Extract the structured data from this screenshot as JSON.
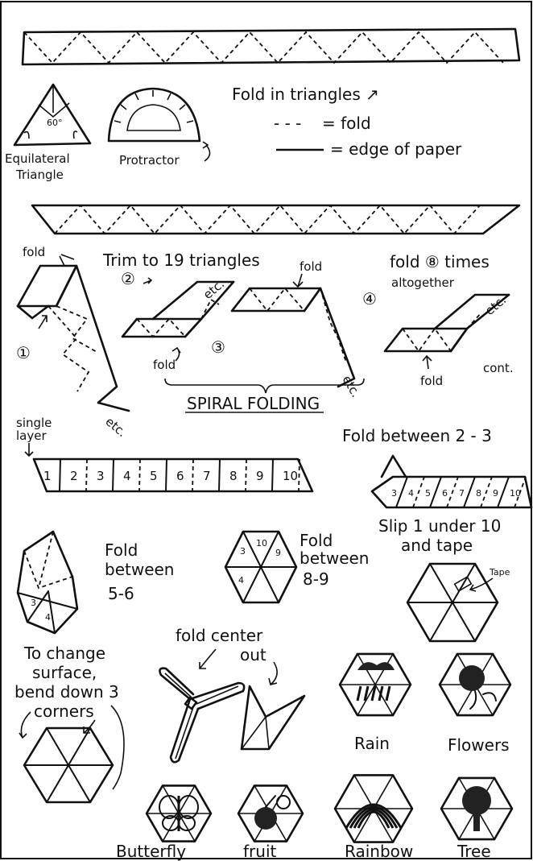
{
  "legend": {
    "fold_in_triangles": "Fold in triangles ↗",
    "fold_symbol": "- - -",
    "fold_label": "= fold",
    "edge_label": "= edge of paper"
  },
  "tools": {
    "equilateral": "Equilateral",
    "triangle": "Triangle",
    "angle": "60°",
    "protractor": "Protractor"
  },
  "trim": "Trim to 19 triangles",
  "steps": {
    "fold_top": "fold",
    "s1": "①",
    "s2": "②",
    "s3": "③",
    "s4": "④",
    "etc": "etc.",
    "fold_s2": "fold",
    "fold_s3": "fold",
    "fold_times_1": "fold ⑧ times",
    "fold_times_2": "altogether",
    "fold_s4": "fold",
    "cont": "cont.",
    "spiral_folding": "SPIRAL FOLDING"
  },
  "strip": {
    "single_layer_1": "single",
    "single_layer_2": "layer",
    "numbers": [
      "1",
      "2",
      "3",
      "4",
      "5",
      "6",
      "7",
      "8",
      "9",
      "10"
    ],
    "fold_between_23": "Fold between 2 - 3",
    "right_numbers": [
      "3",
      "4",
      "5",
      "6",
      "7",
      "8",
      "9",
      "10"
    ]
  },
  "hexes": {
    "fold_between_56_1": "Fold",
    "fold_between_56_2": "between",
    "fold_between_56_3": "5-6",
    "hex1_nums": [
      "3",
      "4"
    ],
    "fold_between_89_1": "Fold",
    "fold_between_89_2": "between",
    "fold_between_89_3": "8-9",
    "hex2_nums": [
      "3",
      "10",
      "9",
      "4"
    ],
    "slip_1": "Slip 1 under 10",
    "slip_2": "and tape",
    "tape": "Tape"
  },
  "change": {
    "line1": "To change",
    "line2": "surface,",
    "line3": "bend down 3",
    "line4": "corners"
  },
  "center": {
    "line1": "fold center",
    "line2": "out"
  },
  "surfaces": [
    "Rain",
    "Flowers",
    "Butterfly",
    "fruit",
    "Rainbow",
    "Tree"
  ]
}
